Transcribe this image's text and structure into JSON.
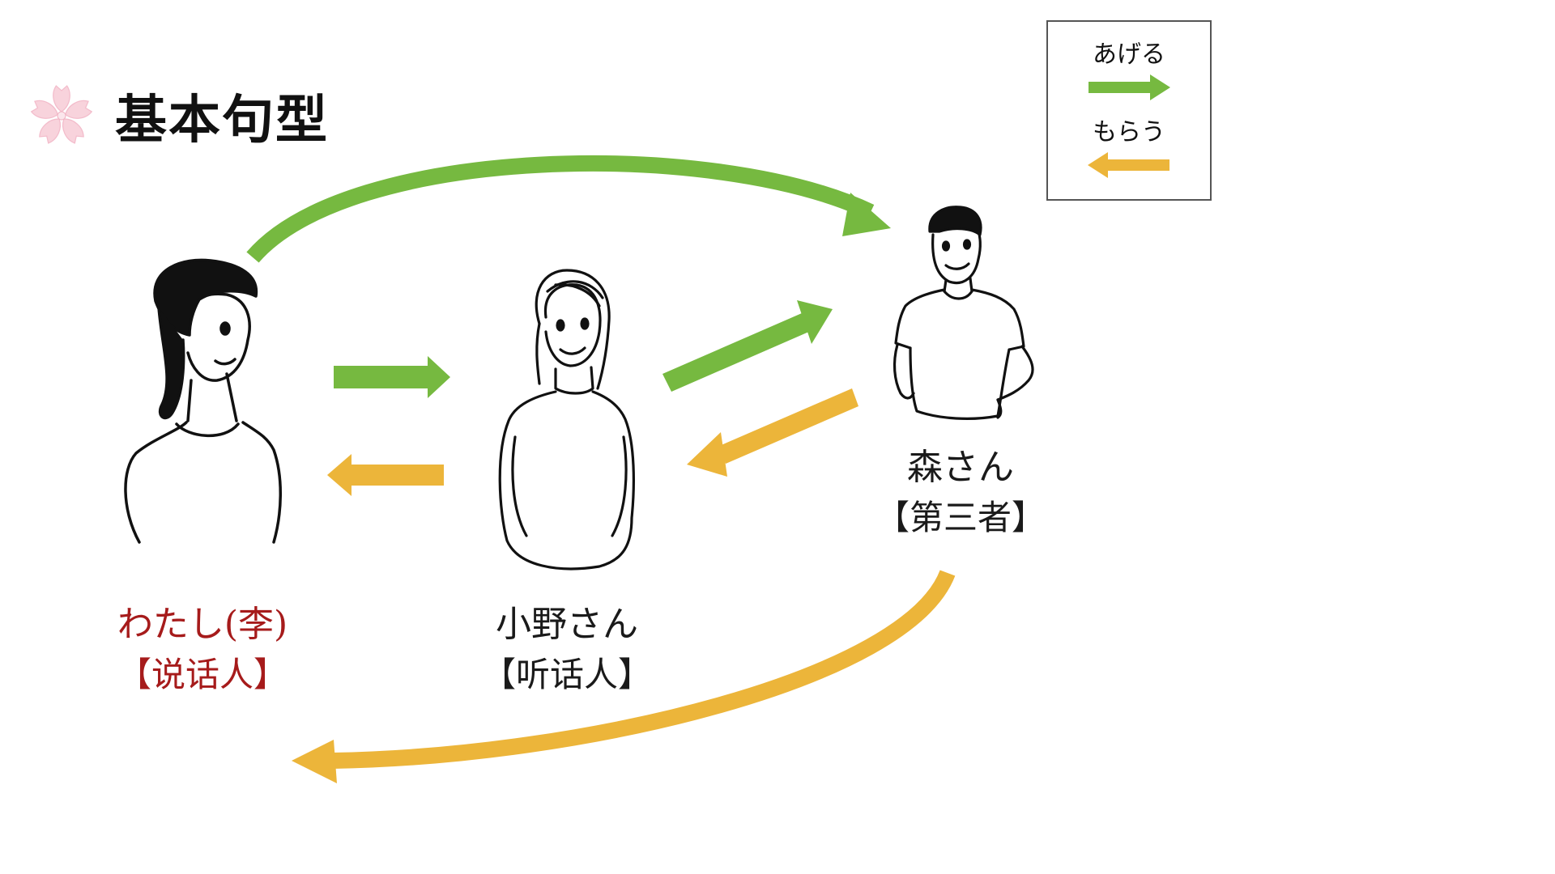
{
  "header": {
    "title": "基本句型",
    "icon": "sakura-flower-icon"
  },
  "legend": {
    "give": {
      "label": "あげる",
      "color": "#76b940",
      "direction": "right"
    },
    "receive": {
      "label": "もらう",
      "color": "#ecb53a",
      "direction": "left"
    }
  },
  "people": {
    "speaker": {
      "name": "わたし(李)",
      "role": "【说话人】",
      "color": "#a61b1b"
    },
    "listener": {
      "name": "小野さん",
      "role": "【听话人】",
      "color": "#1a1a1a"
    },
    "third": {
      "name": "森さん",
      "role": "【第三者】",
      "color": "#1a1a1a"
    }
  },
  "arrows": [
    {
      "from": "speaker",
      "to": "third",
      "kind": "give"
    },
    {
      "from": "speaker",
      "to": "listener",
      "kind": "give"
    },
    {
      "from": "listener",
      "to": "speaker",
      "kind": "receive"
    },
    {
      "from": "listener",
      "to": "third",
      "kind": "give"
    },
    {
      "from": "third",
      "to": "listener",
      "kind": "receive"
    },
    {
      "from": "third",
      "to": "speaker",
      "kind": "receive"
    }
  ]
}
